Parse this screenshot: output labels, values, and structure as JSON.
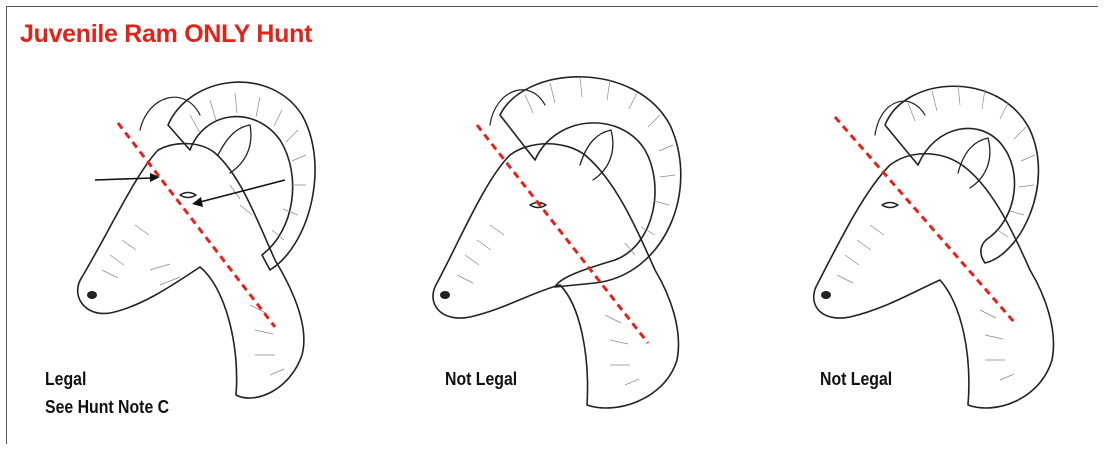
{
  "title": "Juvenile Ram ONLY Hunt",
  "colors": {
    "title": "#e2231a",
    "guide_line": "#e2231a",
    "sketch": "#222222"
  },
  "panels": [
    {
      "caption_lines": [
        "Legal",
        "See Hunt Note C"
      ],
      "has_arrows": true
    },
    {
      "caption_lines": [
        "Not Legal"
      ],
      "has_arrows": false
    },
    {
      "caption_lines": [
        "Not Legal"
      ],
      "has_arrows": false
    }
  ]
}
